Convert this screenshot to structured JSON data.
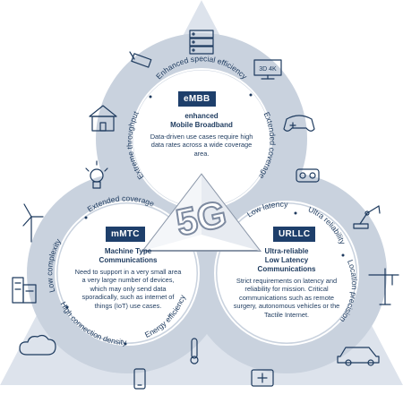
{
  "colors": {
    "bg_tri": "#dde3ec",
    "ring": "#c9d2de",
    "ring_line": "#ffffff",
    "circle_fill": "#ffffff",
    "navy": "#1e3f6b",
    "text": "#1d3a5e"
  },
  "embb": {
    "badge": "eMBB",
    "subtitle_1": "enhanced",
    "subtitle_2": "Mobile Broadband",
    "desc": "Data-driven use cases require high data rates across a wide coverage area.",
    "arc_top": "Enhanced special efficiency",
    "arc_left": "Extreme throughput",
    "arc_right": "Extended coverage"
  },
  "mmtc": {
    "badge": "mMTC",
    "subtitle_1": "Machine Type",
    "subtitle_2": "Communications",
    "desc": "Need to support in a very small area a very large number of devices, which may only send data sporadically, such as internet of things (IoT) use cases.",
    "arc_top": "Extended coverage",
    "arc_left": "Low complexity",
    "arc_bottom": "High connection density",
    "arc_right": "Energy efficiency"
  },
  "urllc": {
    "badge": "URLLC",
    "subtitle_1": "Ultra-reliable",
    "subtitle_2": "Low Latency",
    "subtitle_3": "Communications",
    "desc": "Strict requirements on latency and reliability for mission. Critical communications such as remote surgery, autonomous vehicles or the Tactile Internet.",
    "arc_top_left": "Low latency",
    "arc_top_right": "Ultra reliability",
    "arc_right": "Location precision"
  },
  "center": {
    "label": "5G"
  },
  "icons": [
    "server-rack-icon",
    "security-camera-icon",
    "tv-3d-4k-icon",
    "house-icon",
    "game-controller-icon",
    "light-bulb-icon",
    "vr-headset-icon",
    "wind-turbine-icon",
    "robot-arm-icon",
    "city-buildings-icon",
    "crane-icon",
    "cloud-icon",
    "thermometer-icon",
    "car-icon",
    "smartphone-icon",
    "medical-kit-icon"
  ]
}
